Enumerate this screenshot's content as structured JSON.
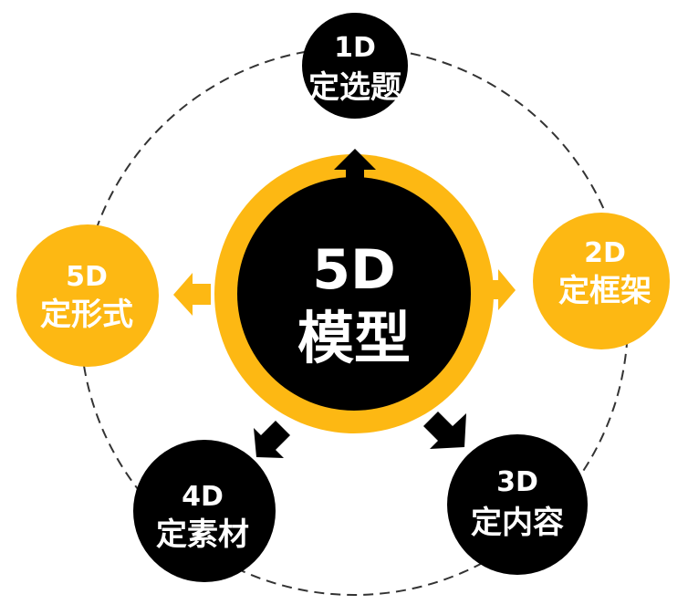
{
  "diagram": {
    "title": "5D模型",
    "colors": {
      "accent": "#FDB813",
      "dark": "#000000",
      "text": "#FFFFFF",
      "dash": "#333333"
    },
    "center": {
      "line1": "5D",
      "line2": "模型"
    },
    "nodes": [
      {
        "id": "1d",
        "line1": "1D",
        "line2": "定选题",
        "fill": "#000000"
      },
      {
        "id": "2d",
        "line1": "2D",
        "line2": "定框架",
        "fill": "#FDB813"
      },
      {
        "id": "3d",
        "line1": "3D",
        "line2": "定内容",
        "fill": "#000000"
      },
      {
        "id": "4d",
        "line1": "4D",
        "line2": "定素材",
        "fill": "#000000"
      },
      {
        "id": "5d",
        "line1": "5D",
        "line2": "定形式",
        "fill": "#FDB813"
      }
    ],
    "arrows": [
      {
        "to": "1d",
        "direction": "up",
        "color": "#000000"
      },
      {
        "to": "2d",
        "direction": "right",
        "color": "#FDB813"
      },
      {
        "to": "3d",
        "direction": "down-right",
        "color": "#000000"
      },
      {
        "to": "4d",
        "direction": "down-left",
        "color": "#000000"
      },
      {
        "to": "5d",
        "direction": "left",
        "color": "#FDB813"
      }
    ]
  }
}
